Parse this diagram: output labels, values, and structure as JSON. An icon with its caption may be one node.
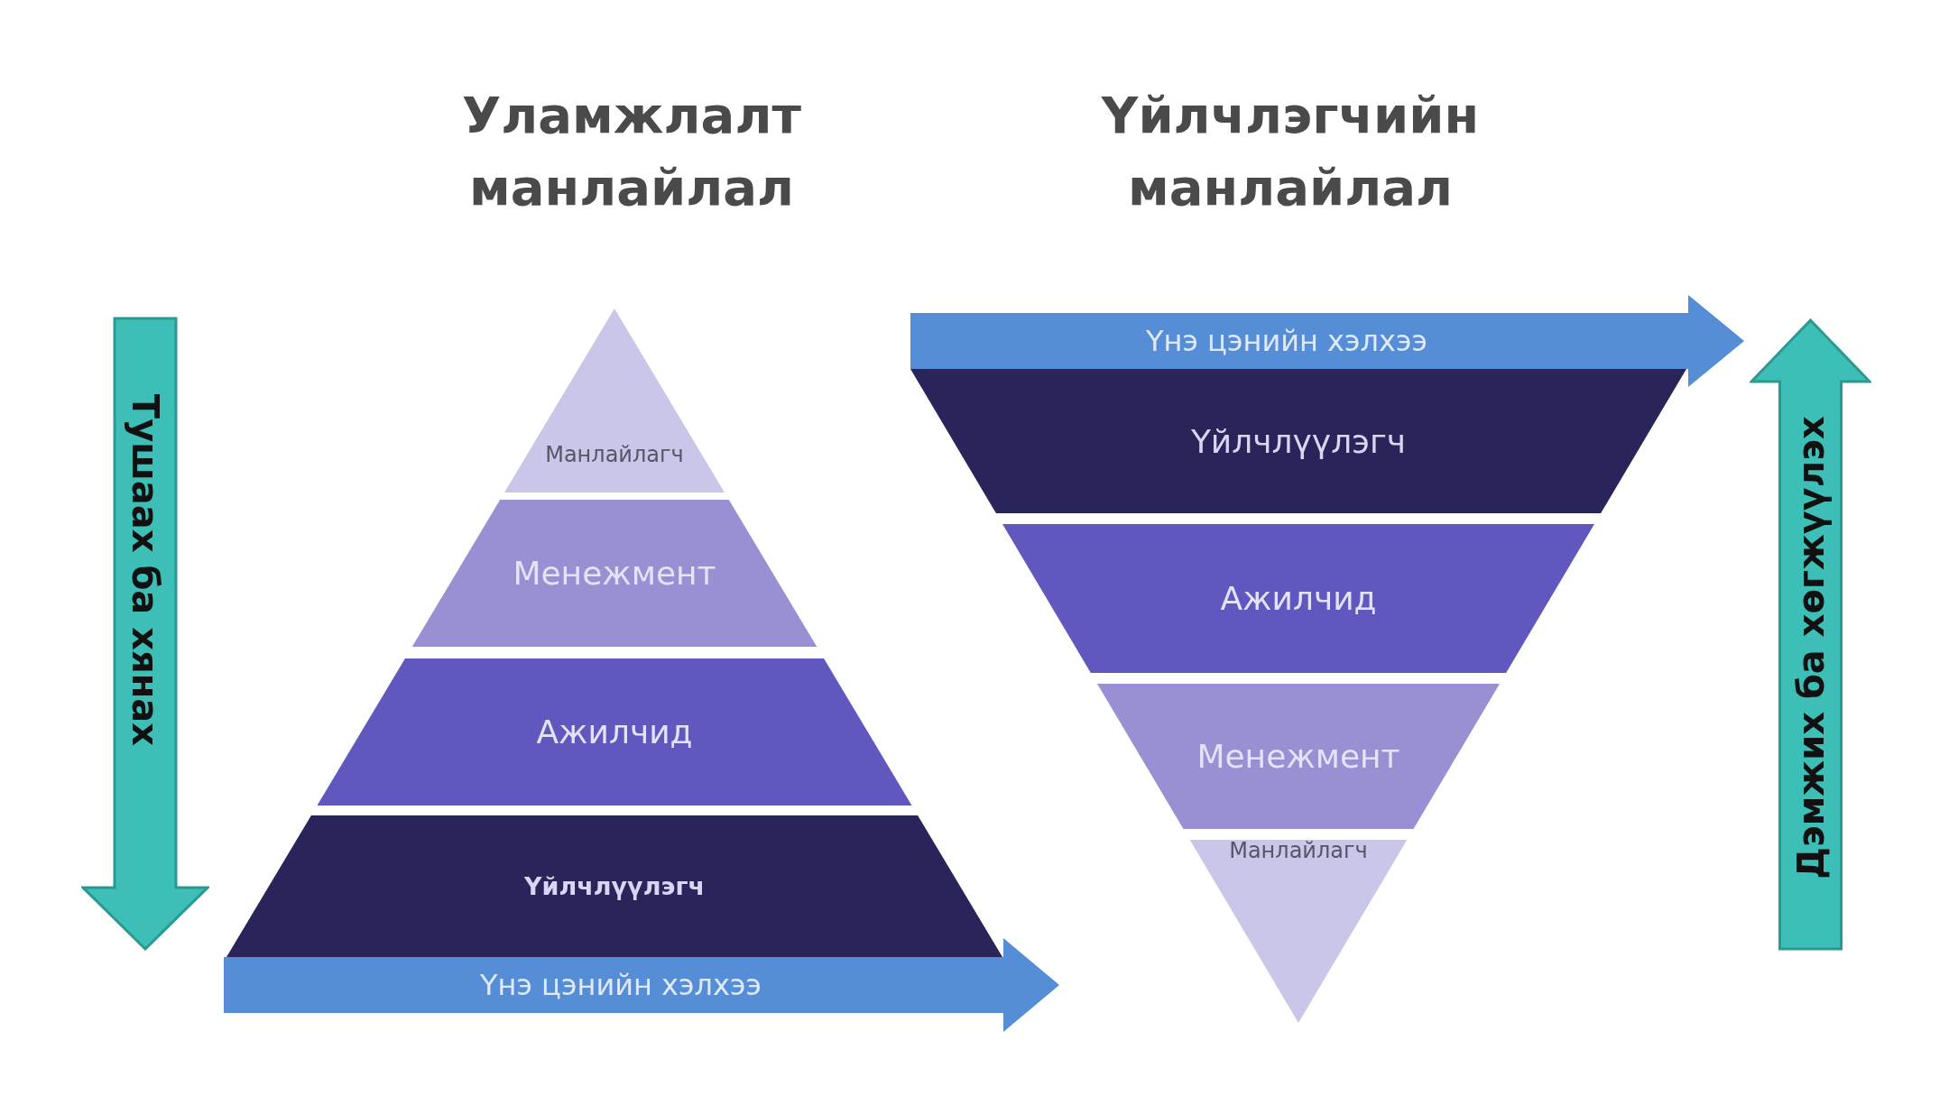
{
  "diagram": {
    "nodes": [
      {
        "text": [
          "Тушаах ба хянах"
        ]
      },
      {
        "text": [
          "Манлайлагч"
        ]
      },
      {
        "text": [
          "Менежмент"
        ]
      },
      {
        "text": [
          "Ажилчид"
        ]
      },
      {
        "text": [
          "Үйлчлүүлэгч"
        ]
      },
      {
        "text": [
          "Үнэ цэнийн хэлхээ"
        ]
      },
      {
        "text": [
          "Үнэ цэнийн хэлхээ"
        ]
      },
      {
        "text": [
          "Үйлчлүүлэгч"
        ]
      },
      {
        "text": [
          "Ажилчид"
        ]
      },
      {
        "text": [
          "Менежмент"
        ]
      },
      {
        "text": [
          "Манлайлагч"
        ]
      },
      {
        "text": [
          "Дэмжих ба хөгжүүлэх"
        ]
      }
    ],
    "labels": [
      "Уламжлалт манлайлал",
      "Үйлчлэгчийн манлайлал"
    ]
  }
}
